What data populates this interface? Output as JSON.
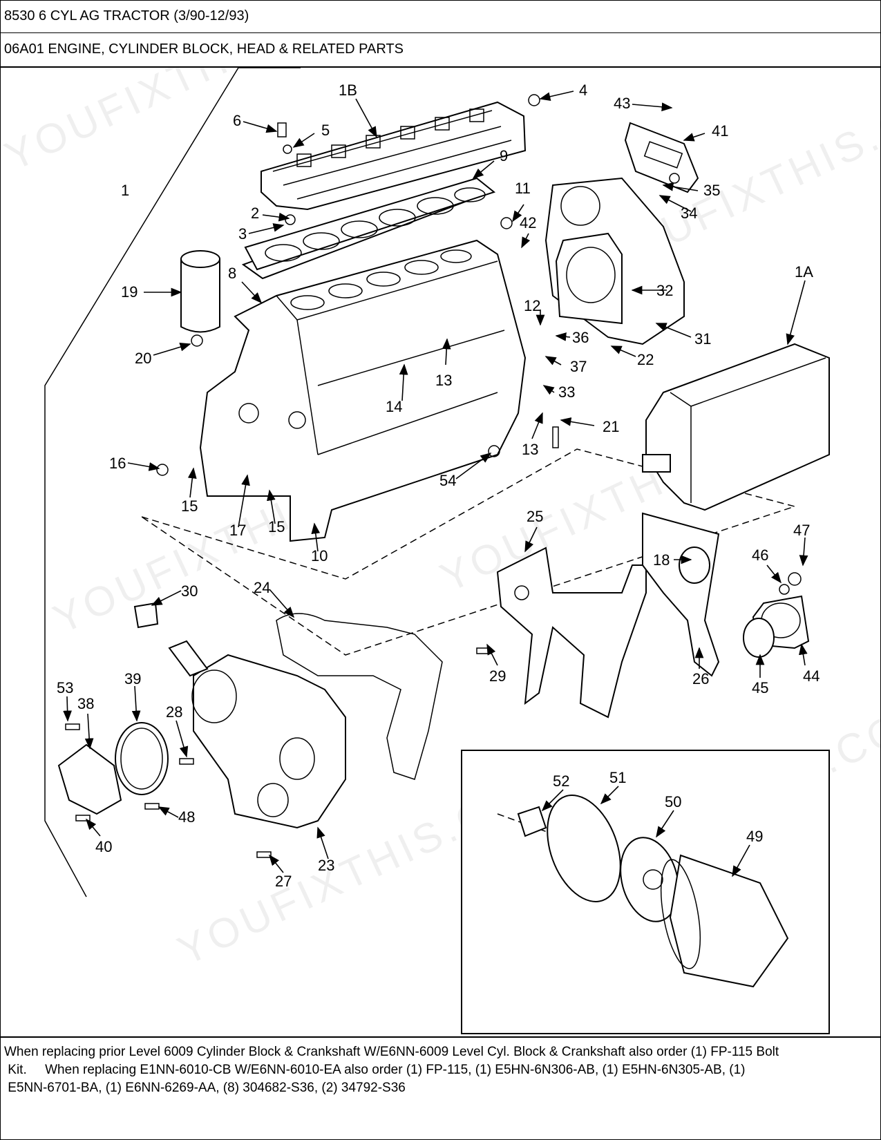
{
  "header": {
    "line1": "8530 6 CYL AG TRACTOR (3/90-12/93)",
    "line2": "06A01 ENGINE, CYLINDER BLOCK, HEAD & RELATED PARTS"
  },
  "watermark": "YOUFIXTHIS.COM",
  "callouts": [
    "1B",
    "4",
    "43",
    "41",
    "6",
    "5",
    "9",
    "1",
    "11",
    "42",
    "35",
    "2",
    "34",
    "3",
    "32",
    "19",
    "8",
    "1A",
    "12",
    "20",
    "36",
    "22",
    "31",
    "13",
    "37",
    "14",
    "33",
    "21",
    "16",
    "13",
    "54",
    "15",
    "15",
    "17",
    "10",
    "25",
    "47",
    "18",
    "46",
    "30",
    "24",
    "29",
    "26",
    "45",
    "44",
    "53",
    "39",
    "38",
    "28",
    "48",
    "40",
    "27",
    "23",
    "52",
    "51",
    "50",
    "49"
  ],
  "footer": {
    "line1": "When replacing prior Level 6009 Cylinder Block & Crankshaft W/E6NN-6009 Level Cyl. Block & Crankshaft also order (1) FP-115 Bolt",
    "line2": " Kit.     When replacing E1NN-6010-CB W/E6NN-6010-EA also order (1) FP-115, (1) E5HN-6N306-AB, (1) E5HN-6N305-AB, (1)",
    "line3": " E5NN-6701-BA, (1) E6NN-6269-AA, (8) 304682-S36, (2) 34792-S36"
  }
}
